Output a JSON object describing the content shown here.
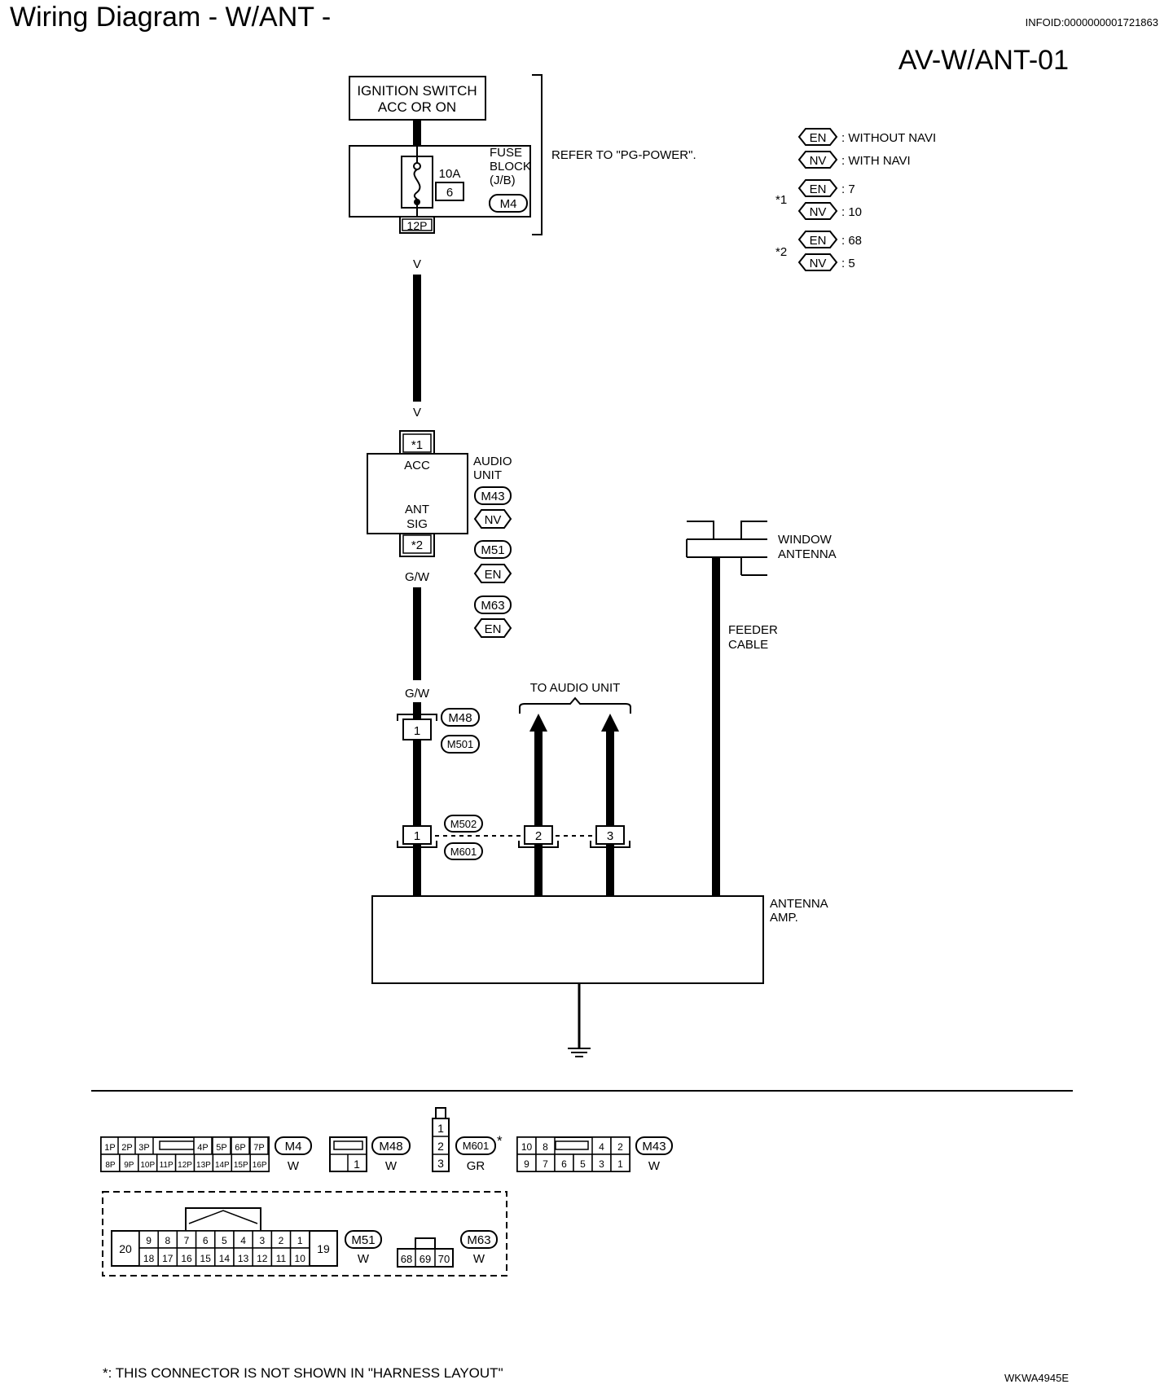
{
  "header": {
    "title": "Wiring Diagram - W/ANT -",
    "info_id": "INFOID:0000000001721863",
    "diagram_code": "AV-W/ANT-01"
  },
  "legend": {
    "en_without": ": WITHOUT NAVI",
    "nv_with": ": WITH NAVI",
    "star1": "*1",
    "star1_en": ": 7",
    "star1_nv": ": 10",
    "star2": "*2",
    "star2_en": ": 68",
    "star2_nv": ": 5",
    "en_tag": "EN",
    "nv_tag": "NV"
  },
  "components": {
    "ignition_line1": "IGNITION SWITCH",
    "ignition_line2": "ACC OR ON",
    "fuse_line1": "FUSE",
    "fuse_line2": "BLOCK",
    "fuse_line3": "(J/B)",
    "fuse_amp": "10A",
    "fuse_num": "6",
    "fuse_conn": "M4",
    "fuse_pins": "12P",
    "refer": "REFER TO \"PG-POWER\".",
    "audio_line1": "AUDIO",
    "audio_line2": "UNIT",
    "audio_acc": "ACC",
    "audio_ant1": "ANT",
    "audio_ant2": "SIG",
    "audio_pin1": "*1",
    "audio_pin2": "*2",
    "audio_conn1": "M43",
    "audio_conn2": "M51",
    "audio_conn3": "M63",
    "window_line1": "WINDOW",
    "window_line2": "ANTENNA",
    "feeder_line1": "FEEDER",
    "feeder_line2": "CABLE",
    "to_audio": "TO AUDIO UNIT",
    "amp_line1": "ANTENNA",
    "amp_line2": "AMP.",
    "m48": "M48",
    "m501": "M501",
    "m502": "M502",
    "m601": "M601",
    "pin_1": "1",
    "pin_2": "2",
    "pin_3": "3"
  },
  "wires": {
    "v": "V",
    "gw": "G/W"
  },
  "connectors": {
    "m4_label": "M4",
    "m4_color": "W",
    "m4_top": [
      "1P",
      "2P",
      "3P",
      "4P",
      "5P",
      "6P",
      "7P"
    ],
    "m4_bottom": [
      "8P",
      "9P",
      "10P",
      "11P",
      "12P",
      "13P",
      "14P",
      "15P",
      "16P"
    ],
    "m48_label": "M48",
    "m48_color": "W",
    "m48_pin": "1",
    "m601_label": "M601",
    "m601_star": "*",
    "m601_color": "GR",
    "m601_pins": [
      "1",
      "2",
      "3"
    ],
    "m43_label": "M43",
    "m43_color": "W",
    "m43_top": [
      "10",
      "8",
      "4",
      "2"
    ],
    "m43_bottom": [
      "9",
      "7",
      "6",
      "5",
      "3",
      "1"
    ],
    "m51_label": "M51",
    "m51_color": "W",
    "m51_top": [
      "9",
      "8",
      "7",
      "6",
      "5",
      "4",
      "3",
      "2",
      "1"
    ],
    "m51_bottom": [
      "18",
      "17",
      "16",
      "15",
      "14",
      "13",
      "12",
      "11",
      "10"
    ],
    "m51_left": "20",
    "m51_right": "19",
    "m63_label": "M63",
    "m63_color": "W",
    "m63_pins": [
      "68",
      "69",
      "70"
    ]
  },
  "footer": {
    "note": "*: THIS CONNECTOR IS NOT SHOWN IN \"HARNESS LAYOUT\"",
    "ref_code": "WKWA4945E"
  }
}
